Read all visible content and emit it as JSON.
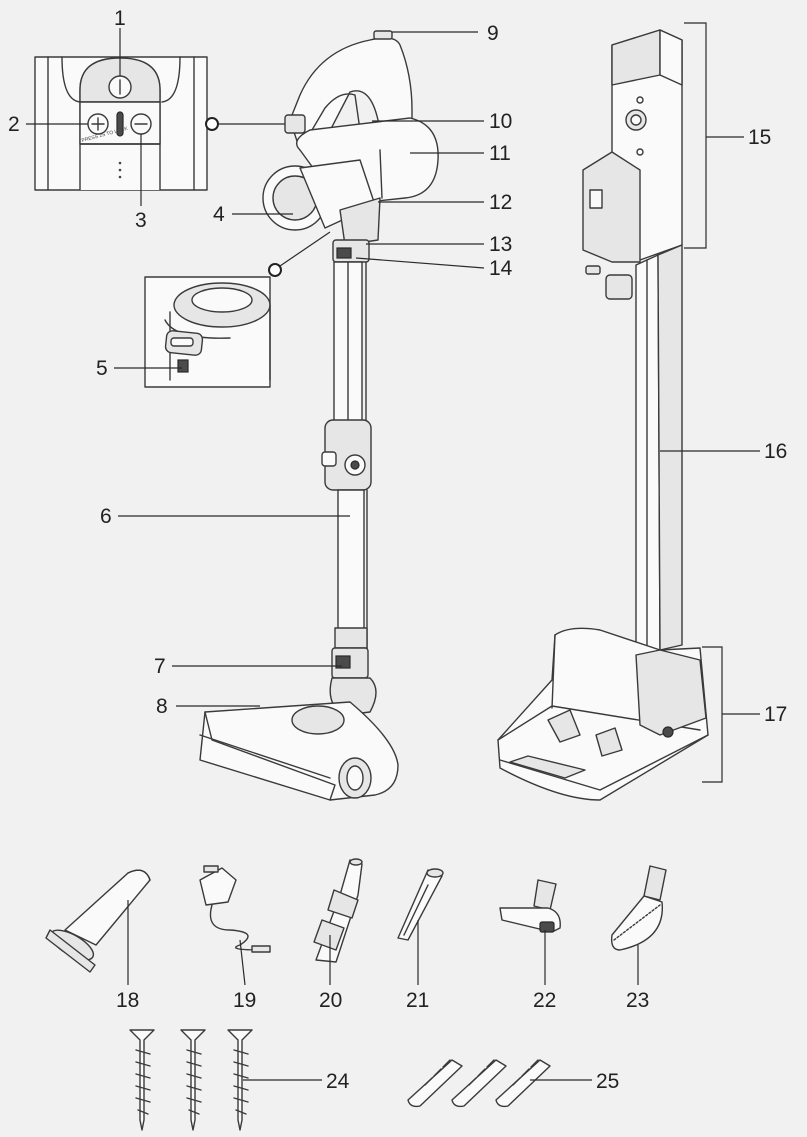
{
  "labels": {
    "l1": "1",
    "l2": "2",
    "l3": "3",
    "l4": "4",
    "l5": "5",
    "l6": "6",
    "l7": "7",
    "l8": "8",
    "l9": "9",
    "l10": "10",
    "l11": "11",
    "l12": "12",
    "l13": "13",
    "l14": "14",
    "l15": "15",
    "l16": "16",
    "l17": "17",
    "l18": "18",
    "l19": "19",
    "l20": "20",
    "l21": "21",
    "l22": "22",
    "l23": "23",
    "l24": "24",
    "l25": "25"
  },
  "panel_text": "PRESS 2S TO LOCK",
  "colors": {
    "background": "#f1f1f1",
    "line": "#3a3a3a",
    "dark": "#4b4b4b"
  }
}
